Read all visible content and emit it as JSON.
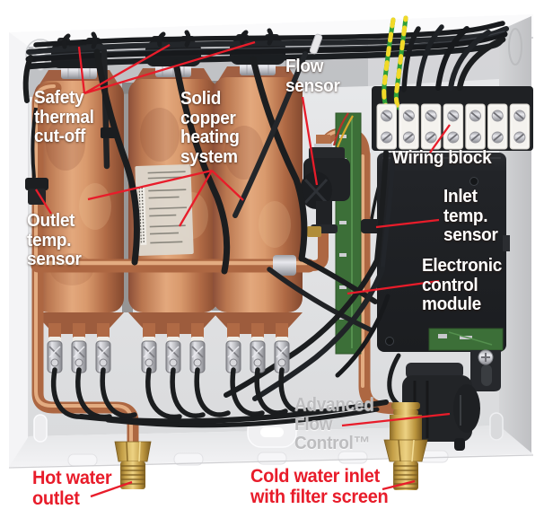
{
  "colors": {
    "annotation_red": "#e81c2a",
    "label_white": "#ffffff",
    "label_gray": "#bdbdbf",
    "copper": "#c98d68",
    "brass": "#d7b45e",
    "cable_black": "#1b1d1f",
    "pcb_green": "#3c6f38",
    "enclosure_gray": "#e4e5e7"
  },
  "callouts": [
    {
      "id": "safety-thermal-cutoff",
      "text": "Safety\nthermal\ncut-off"
    },
    {
      "id": "solid-copper-heating-system",
      "text": "Solid\ncopper\nheating\nsystem"
    },
    {
      "id": "flow-sensor",
      "text": "Flow\nsensor"
    },
    {
      "id": "wiring-block",
      "text": "Wiring block"
    },
    {
      "id": "inlet-temp-sensor",
      "text": "Inlet\ntemp.\nsensor"
    },
    {
      "id": "electronic-control-module",
      "text": "Electronic\ncontrol\nmodule"
    },
    {
      "id": "outlet-temp-sensor",
      "text": "Outlet\ntemp.\nsensor"
    },
    {
      "id": "advanced-flow-control",
      "text": "Advanced\nFlow\nControl™"
    },
    {
      "id": "hot-water-outlet",
      "text": "Hot water\noutlet"
    },
    {
      "id": "cold-water-inlet",
      "text": "Cold water inlet\nwith filter screen"
    }
  ]
}
